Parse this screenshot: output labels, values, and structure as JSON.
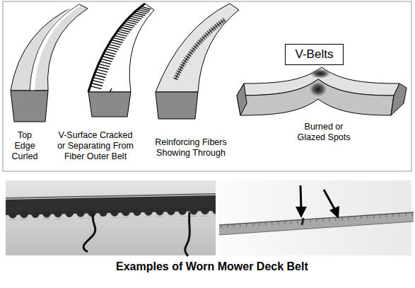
{
  "diagram": {
    "caption": "Examples of Worn Mower Deck Belt",
    "nodes": [
      {
        "text": [
          "V-Belts"
        ]
      }
    ],
    "labels": [
      "Top Edge Curled",
      "V-Surface Cracked or Separating From Fiber Outer Belt",
      "Reinforcing Fibers Showing Through",
      "Burned or Glazed Spots"
    ]
  }
}
